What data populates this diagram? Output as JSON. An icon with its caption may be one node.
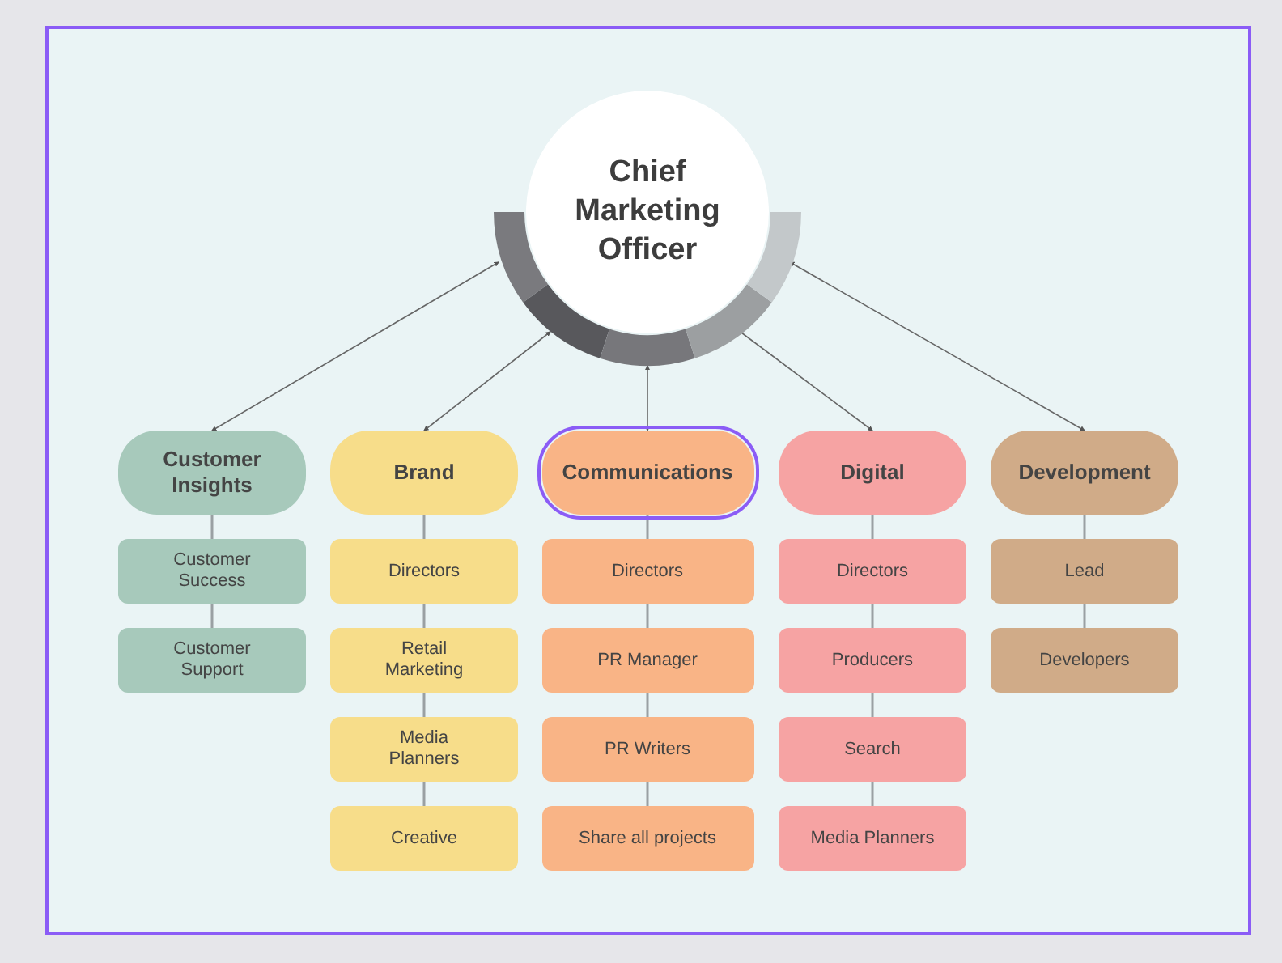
{
  "diagram": {
    "nodes": [
      {
        "text": [
          "Chief Marketing Officer"
        ]
      },
      {
        "text": [
          "Customer Insights"
        ]
      },
      {
        "text": [
          "Brand"
        ]
      },
      {
        "text": [
          "Communications"
        ]
      },
      {
        "text": [
          "Digital"
        ]
      },
      {
        "text": [
          "Development"
        ]
      },
      {
        "text": [
          "Customer Success"
        ]
      },
      {
        "text": [
          "Customer Support"
        ]
      },
      {
        "text": [
          "Directors"
        ]
      },
      {
        "text": [
          "Retail Marketing"
        ]
      },
      {
        "text": [
          "Media Planners"
        ]
      },
      {
        "text": [
          "Creative"
        ]
      },
      {
        "text": [
          "Directors"
        ]
      },
      {
        "text": [
          "PR Manager"
        ]
      },
      {
        "text": [
          "PR Writers"
        ]
      },
      {
        "text": [
          "Share all projects"
        ]
      },
      {
        "text": [
          "Directors"
        ]
      },
      {
        "text": [
          "Producers"
        ]
      },
      {
        "text": [
          "Search"
        ]
      },
      {
        "text": [
          "Media Planners"
        ]
      },
      {
        "text": [
          "Lead"
        ]
      },
      {
        "text": [
          "Developers"
        ]
      }
    ],
    "edges": [
      {
        "from": 0,
        "to": 1,
        "arrow": "both"
      },
      {
        "from": 0,
        "to": 2,
        "arrow": "both"
      },
      {
        "from": 0,
        "to": 3,
        "arrow": "both"
      },
      {
        "from": 0,
        "to": 4,
        "arrow": "both"
      },
      {
        "from": 0,
        "to": 5,
        "arrow": "both"
      },
      {
        "from": 1,
        "to": 6,
        "arrow": "none"
      },
      {
        "from": 6,
        "to": 7,
        "arrow": "none"
      },
      {
        "from": 2,
        "to": 8,
        "arrow": "none"
      },
      {
        "from": 8,
        "to": 9,
        "arrow": "none"
      },
      {
        "from": 9,
        "to": 10,
        "arrow": "none"
      },
      {
        "from": 10,
        "to": 11,
        "arrow": "none"
      },
      {
        "from": 3,
        "to": 12,
        "arrow": "none"
      },
      {
        "from": 12,
        "to": 13,
        "arrow": "none"
      },
      {
        "from": 13,
        "to": 14,
        "arrow": "none"
      },
      {
        "from": 14,
        "to": 15,
        "arrow": "none"
      },
      {
        "from": 4,
        "to": 16,
        "arrow": "none"
      },
      {
        "from": 16,
        "to": 17,
        "arrow": "none"
      },
      {
        "from": 17,
        "to": 18,
        "arrow": "none"
      },
      {
        "from": 18,
        "to": 19,
        "arrow": "none"
      },
      {
        "from": 5,
        "to": 20,
        "arrow": "none"
      },
      {
        "from": 20,
        "to": 21,
        "arrow": "none"
      }
    ]
  }
}
